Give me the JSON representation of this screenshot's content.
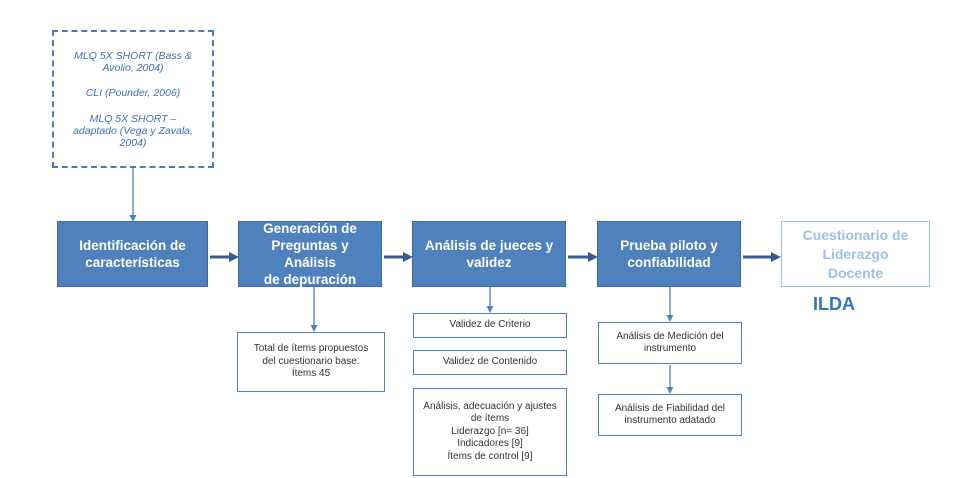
{
  "colors": {
    "stage_fill": "#4f81bd",
    "arrow": "#3a5a8c",
    "dashed_border": "#4a78c2",
    "final_text": "#9cc0e6",
    "ilda": "#2e75c8"
  },
  "sources": {
    "line1": "MLQ 5X SHORT (Bass &",
    "line2": "Avolio, 2004)",
    "line3": "CLI (Pounder, 2006)",
    "line4": "MLQ 5X SHORT –",
    "line5": "adaptado (Vega y Zavala,",
    "line6": "2004)"
  },
  "stages": {
    "s1": {
      "line1": "Identificación de",
      "line2": "características"
    },
    "s2": {
      "line1": "Generación de",
      "line2": "Preguntas y Análisis",
      "line3": "de depuración"
    },
    "s3": {
      "line1": "Análisis de jueces y",
      "line2": "validez"
    },
    "s4": {
      "line1": "Prueba piloto y",
      "line2": "confiabilidad"
    }
  },
  "final": {
    "line1": "Cuestionario de",
    "line2": "Liderazgo",
    "line3": "Docente",
    "acronym": "ILDA"
  },
  "notes": {
    "items": {
      "line1": "Total de ítems propuestos",
      "line2": "del cuestionario base.",
      "line3": "Ítems 45"
    },
    "criterio": "Validez de Criterio",
    "contenido": "Validez de Contenido",
    "ajustes": {
      "line1": "Análisis, adecuación y ajustes",
      "line2": "de ítems",
      "line3": "Liderazgo [n= 36]",
      "line4": "Indicadores [9]",
      "line5": "Ítems de control [9]"
    },
    "medicion": {
      "line1": "Análisis de Medición del",
      "line2": "instrumento"
    },
    "fiabilidad": {
      "line1": "Análisis de Fiabilidad del",
      "line2": "instrumento adatado"
    }
  }
}
